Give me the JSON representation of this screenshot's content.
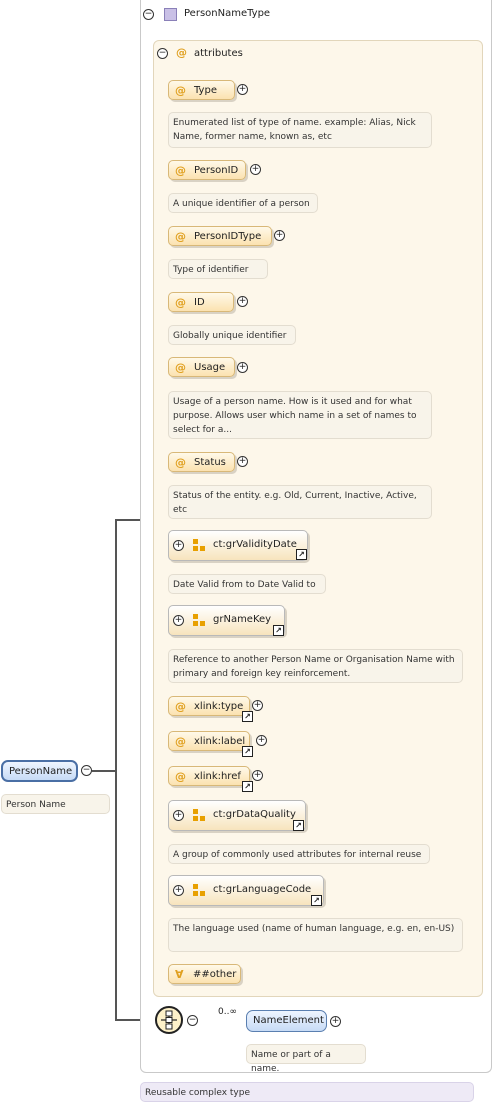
{
  "complex_type": {
    "name": "PersonNameType",
    "annotation": "Reusable complex type"
  },
  "attributes_group": {
    "label": "attributes"
  },
  "attributes": [
    {
      "name": "Type",
      "doc": "Enumerated list of type of name. example: Alias, Nick Name, former name, known as, etc"
    },
    {
      "name": "PersonID",
      "doc": "A unique identifier of a person"
    },
    {
      "name": "PersonIDType",
      "doc": "Type of identifier"
    },
    {
      "name": "ID",
      "doc": "Globally unique identifier"
    },
    {
      "name": "Usage",
      "doc": "Usage of a person name. How is it used and for what purpose. Allows user which name in a set of names to select for a..."
    },
    {
      "name": "Status",
      "doc": "Status of the entity. e.g. Old, Current, Inactive, Active, etc"
    }
  ],
  "attribute_groups": [
    {
      "name": "ct:grValidityDate",
      "doc": "Date Valid from to Date Valid to"
    },
    {
      "name": "grNameKey",
      "doc": "Reference to another Person Name or Organisation Name with primary and foreign key reinforcement."
    },
    {
      "name": "ct:grDataQuality",
      "doc": "A group of commonly used attributes for internal reuse"
    },
    {
      "name": "ct:grLanguageCode",
      "doc": "The language used (name of human language, e.g. en, en-US)"
    }
  ],
  "xlink_attributes": [
    {
      "name": "xlink:type"
    },
    {
      "name": "xlink:label"
    },
    {
      "name": "xlink:href"
    }
  ],
  "any_attribute": {
    "label": "##other"
  },
  "root_element": {
    "name": "PersonName",
    "doc": "Person Name"
  },
  "child_element": {
    "name": "NameElement",
    "doc": "Name or part of a name.",
    "cardinality": "0..∞"
  },
  "symbols": {
    "collapse": "⊖",
    "expand": "⊕",
    "at": "@",
    "ref": "↗",
    "any": "∀"
  }
}
